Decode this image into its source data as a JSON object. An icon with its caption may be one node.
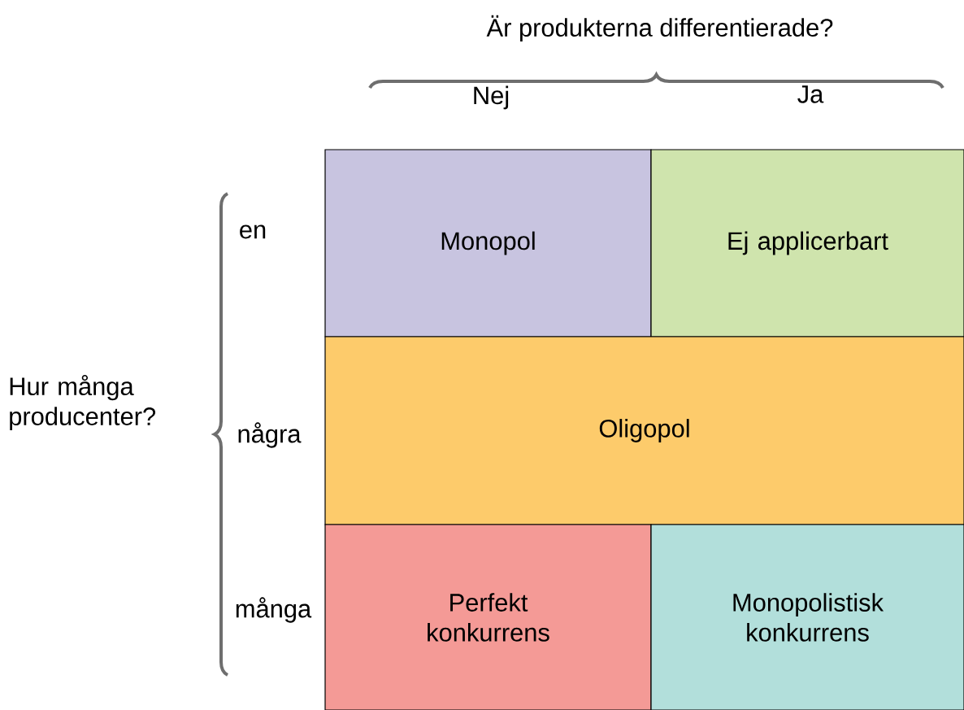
{
  "diagram": {
    "nodes": [
      {
        "text": [
          "Monopol"
        ]
      },
      {
        "text": [
          "Ej applicerbart"
        ]
      },
      {
        "text": [
          "Oligopol"
        ]
      },
      {
        "text": [
          "Perfekt konkurrens"
        ]
      },
      {
        "text": [
          "Monopolistisk konkurrens"
        ]
      }
    ],
    "labels": [
      "Är produkterna differentierade?",
      "Nej",
      "Ja",
      "en",
      "Hur många producenter?",
      "några",
      "många"
    ]
  }
}
